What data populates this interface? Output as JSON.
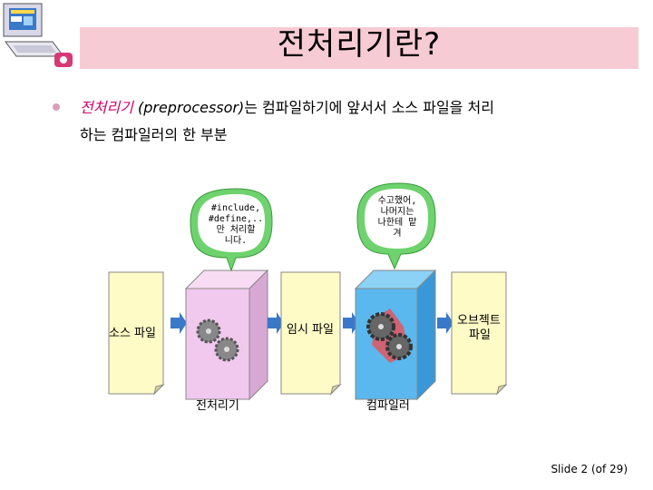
{
  "slide": {
    "title": "전처리기란?",
    "bullet_keyword": "전처리기",
    "bullet_english": "(preprocessor)",
    "bullet_rest_line1": "는 컴파일하기에 앞서서 소스 파일을 처리",
    "bullet_line2": "하는 컴파일러의 한 부분"
  },
  "diagram": {
    "source_file_label": "소스 파일",
    "preprocessor_label": "전처리기",
    "temp_file_label": "임시 파일",
    "compiler_label": "컴파일러",
    "object_file_label1": "오브젝트",
    "object_file_label2": "파일",
    "bubble_left": [
      "#include,",
      "#define,..",
      "만 처리할",
      "니다."
    ],
    "bubble_right": [
      "수고했어,",
      "나머지는",
      "나한테 맡",
      "겨"
    ]
  },
  "colors": {
    "title_band": "#f7cbd4",
    "keyword": "#cc0066",
    "preprocessor_box": "#f2c9ee",
    "compiler_box": "#5ab8ee",
    "paper": "#fffbc6",
    "bubble": "#6ed36e"
  },
  "footer": {
    "slide_label": "Slide 2 (of 29)"
  }
}
